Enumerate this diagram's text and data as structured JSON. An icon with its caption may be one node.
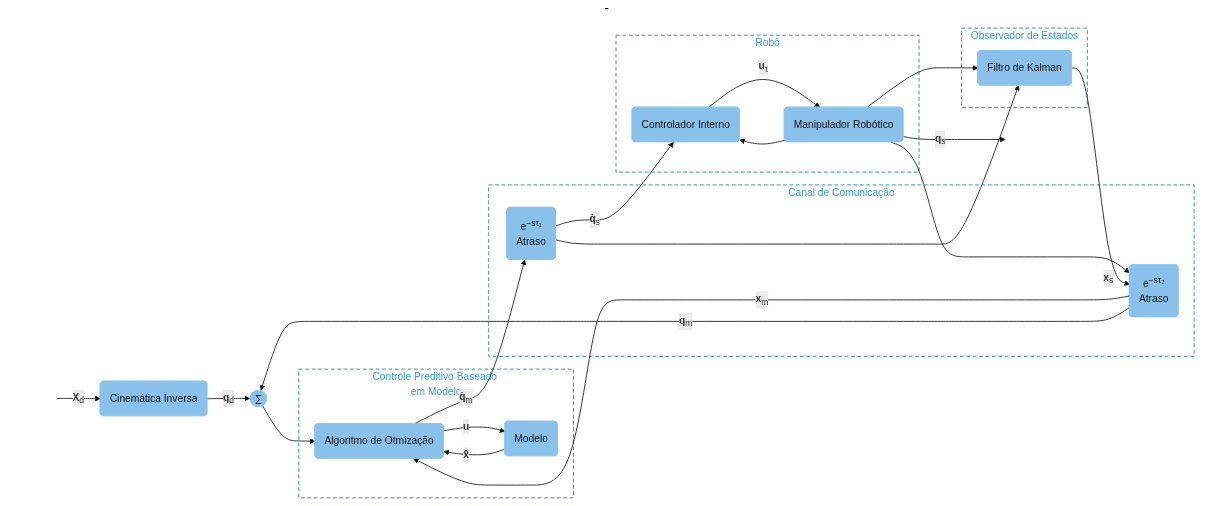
{
  "diagram": {
    "nodes": [
      {
        "text": [
          "Cinemática Inversa"
        ]
      },
      {
        "text": [
          "∑"
        ]
      },
      {
        "text": [
          "Controle Preditivo Baseado em Modelo"
        ]
      },
      {
        "text": [
          "Algoritmo de Otmização"
        ],
        "in": 2
      },
      {
        "text": [
          "Modelo"
        ],
        "in": 2
      },
      {
        "text": [
          "Canal de Comunicação"
        ]
      },
      {
        "text": [
          "e$^{−sτ₁}$",
          "Atraso"
        ],
        "in": 5
      },
      {
        "text": [
          "e$^{−sτ₂}$",
          "Atraso"
        ],
        "in": 5
      },
      {
        "text": [
          "Robô"
        ]
      },
      {
        "text": [
          "Controlador Interno"
        ],
        "in": 8
      },
      {
        "text": [
          "Manipulador Robótico"
        ],
        "in": 8
      },
      {
        "text": [
          "Observador de Estados"
        ]
      },
      {
        "text": [
          "Filtro de Kalman"
        ],
        "in": 11
      }
    ],
    "edges": [
      {
        "from": null,
        "to": 0,
        "arrow": "to",
        "label": "**X**$_{d}$"
      },
      {
        "from": 0,
        "to": 1,
        "arrow": "to",
        "label": "**q**$_{d}$"
      },
      {
        "from": 1,
        "to": 3,
        "arrow": "to"
      },
      {
        "from": 3,
        "to": 4,
        "arrow": "to",
        "label": "**u**"
      },
      {
        "from": 4,
        "to": 3,
        "arrow": "to",
        "label": "**x̂**"
      },
      {
        "from": 3,
        "to": 6,
        "arrow": "to",
        "label": "**q̇**$_{m}$"
      },
      {
        "from": 6,
        "to": 9,
        "arrow": "to",
        "label": "**q̇**$_{s}$"
      },
      {
        "from": 6,
        "to": 12,
        "arrow": "to"
      },
      {
        "from": 9,
        "to": 10,
        "arrow": "to",
        "label": "**u**$_{τ}$"
      },
      {
        "from": 10,
        "to": null,
        "arrow": "to",
        "label": "**q**$_{s}$"
      },
      {
        "from": 10,
        "to": 9,
        "arrow": "to"
      },
      {
        "from": 10,
        "to": 12,
        "arrow": "to"
      },
      {
        "from": 10,
        "to": 7,
        "arrow": "to"
      },
      {
        "from": 12,
        "to": 7,
        "arrow": "to",
        "label": "**x**$_{s}$"
      },
      {
        "from": 7,
        "to": 3,
        "arrow": "to",
        "label": "**x**$_{m}$"
      },
      {
        "from": 7,
        "to": 1,
        "arrow": "to",
        "label": "**q**$_{m}$"
      }
    ],
    "labels": [
      "-"
    ]
  }
}
